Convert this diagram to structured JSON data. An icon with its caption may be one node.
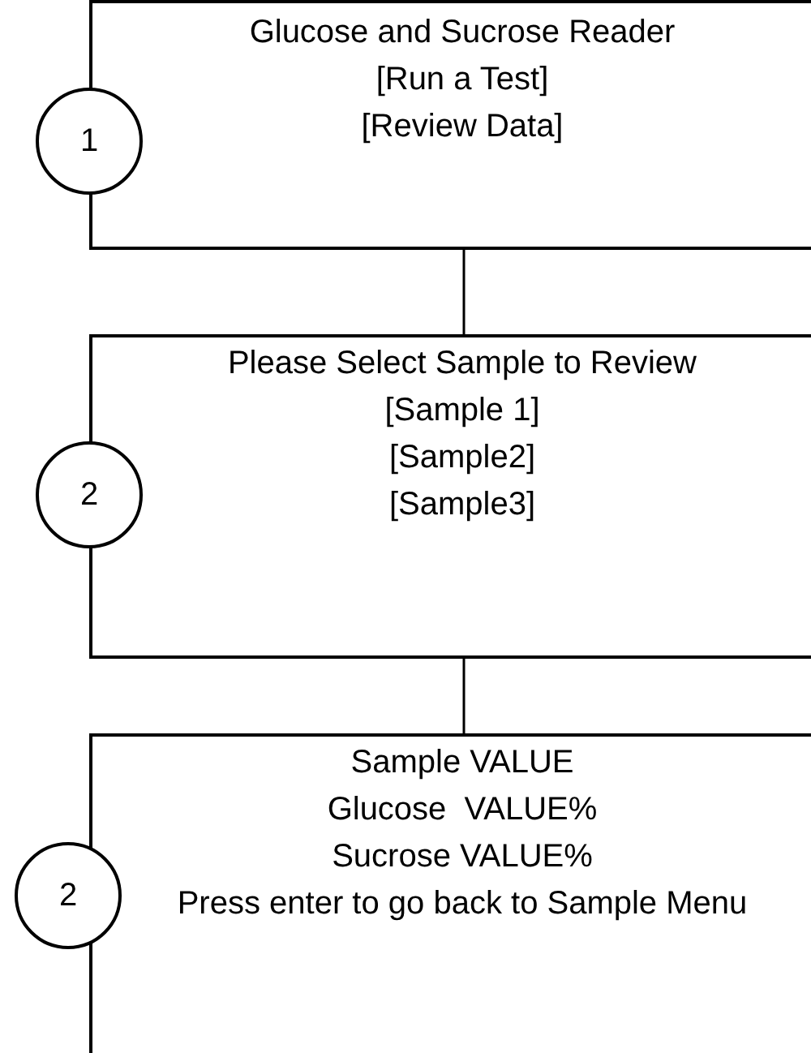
{
  "diagram": {
    "nodes": [
      {
        "text": [
          "Glucose and Sucrose Reader",
          "[Run a Test]",
          "[Review Data]"
        ]
      },
      {
        "text": [
          "1"
        ]
      },
      {
        "text": [
          "Please Select Sample to Review",
          "[Sample 1]",
          "[Sample2]",
          "[Sample3]"
        ]
      },
      {
        "text": [
          "2"
        ]
      },
      {
        "text": [
          "Sample VALUE",
          "Glucose  VALUE%",
          "Sucrose VALUE%",
          "Press enter to go back to Sample Menu"
        ]
      },
      {
        "text": [
          "2"
        ]
      }
    ],
    "edges": [
      {
        "from": 0,
        "to": 2,
        "arrow": "none"
      },
      {
        "from": 2,
        "to": 4,
        "arrow": "none"
      }
    ]
  }
}
